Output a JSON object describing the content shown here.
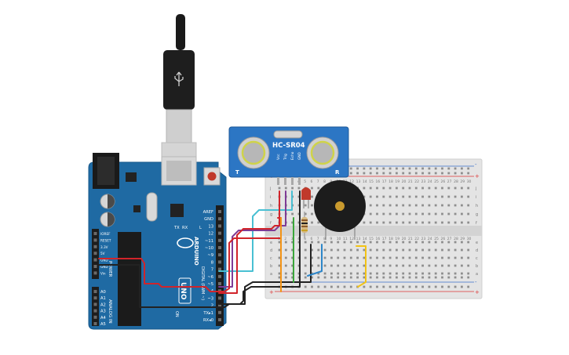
{
  "arduino": {
    "brand": "ARDUINO",
    "model": "UNO",
    "digital_label": "DIGITAL (PWM ~)",
    "power_label": "POWER",
    "analog_label": "ANALOG IN",
    "on_label": "ON",
    "tx_label": "TX",
    "rx_label": "RX",
    "l_label": "L",
    "digital_pins": [
      "AREF",
      "GND",
      "13",
      "12",
      "~11",
      "~10",
      "~9",
      "8",
      "7",
      "~6",
      "~5",
      "4",
      "~3",
      "2",
      "TX▸1",
      "RX◂0"
    ],
    "power_pins": [
      "IOREF",
      "RESET",
      "3.3V",
      "5V",
      "GND",
      "GND",
      "Vin"
    ],
    "analog_pins": [
      "A0",
      "A1",
      "A2",
      "A3",
      "A4",
      "A5"
    ]
  },
  "sensor": {
    "model": "HC-SR04",
    "pins": [
      "Vcc",
      "Trig",
      "Echo",
      "GND"
    ],
    "left_marker": "T",
    "right_marker": "R"
  },
  "breadboard": {
    "column_numbers": [
      "1",
      "2",
      "3",
      "4",
      "5",
      "6",
      "7",
      "8",
      "9",
      "10",
      "11",
      "12",
      "13",
      "14",
      "15",
      "16",
      "17",
      "18",
      "19",
      "20",
      "21",
      "22",
      "23",
      "24",
      "25",
      "26",
      "27",
      "28",
      "29",
      "30"
    ],
    "row_letters_top": [
      "j",
      "i",
      "h",
      "g",
      "f"
    ],
    "row_letters_bottom": [
      "e",
      "d",
      "c",
      "b",
      "a"
    ],
    "rail_plus": "+",
    "rail_minus": "-"
  },
  "colors": {
    "board": "#1f6aa3",
    "breadboard": "#e6e6e6",
    "sensor": "#2c76c4",
    "wire_red": "#d1242a",
    "wire_black": "#222222",
    "wire_cyan": "#49c0d3",
    "wire_purple": "#7f3b96",
    "wire_orange": "#f39314",
    "wire_green": "#3aa63a",
    "wire_blue": "#2d86c9",
    "wire_yellow": "#f2c316"
  }
}
